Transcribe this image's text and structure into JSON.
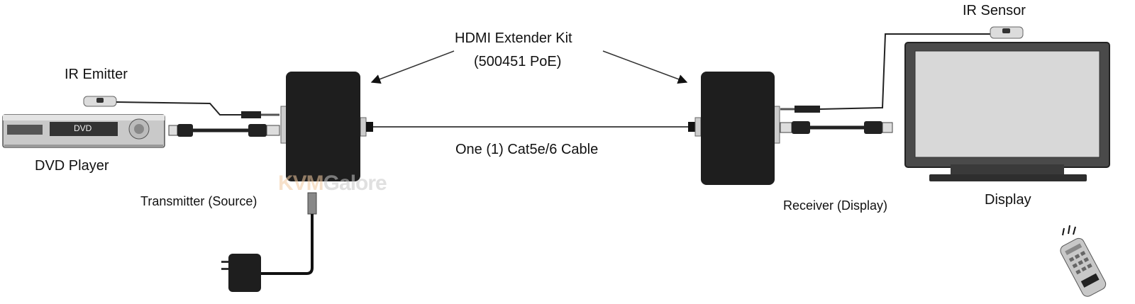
{
  "kit": {
    "title": "HDMI  Extender  Kit",
    "model": "(500451 PoE)"
  },
  "cable_label": "One (1) Cat5e/6 Cable",
  "devices": {
    "dvd_player": "DVD Player",
    "dvd_display_text": "DVD",
    "transmitter": "Transmitter (Source)",
    "receiver": "Receiver (Display)",
    "display": "Display"
  },
  "ir": {
    "emitter": "IR Emitter",
    "sensor": "IR Sensor"
  },
  "watermark": {
    "part1": "KVM",
    "part2": "Galore"
  }
}
